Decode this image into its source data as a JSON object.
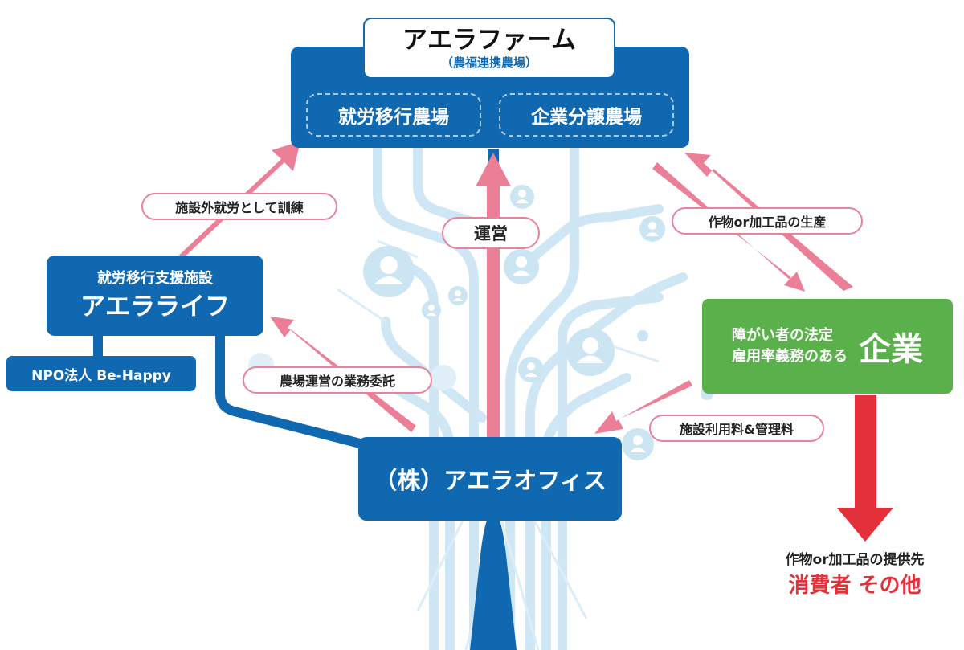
{
  "farm": {
    "title": "アエラファーム",
    "subtitle": "（農福連携農場）",
    "sub_farm_left": "就労移行農場",
    "sub_farm_right": "企業分譲農場"
  },
  "life": {
    "line1": "就労移行支援施設",
    "line2": "アエラライフ"
  },
  "npo": {
    "label": "NPO法人 Be-Happy"
  },
  "office": {
    "label": "（株）アエラオフィス"
  },
  "company": {
    "line1": "障がい者の法定",
    "line2": "雇用率義務のある",
    "big": "企業"
  },
  "arrows": {
    "training": "施設外就労として訓練",
    "operation": "運営",
    "production": "作物or加工品の生産",
    "entrust": "農場運営の業務委託",
    "fees": "施設利用料&管理料"
  },
  "destination": {
    "line1": "作物or加工品の提供先",
    "line2": "消費者 その他"
  },
  "colors": {
    "blue": "#0f68b0",
    "green": "#5ab04a",
    "pink": "#ec7f98",
    "red": "#e3313b",
    "tree": "#cfe7f5"
  }
}
